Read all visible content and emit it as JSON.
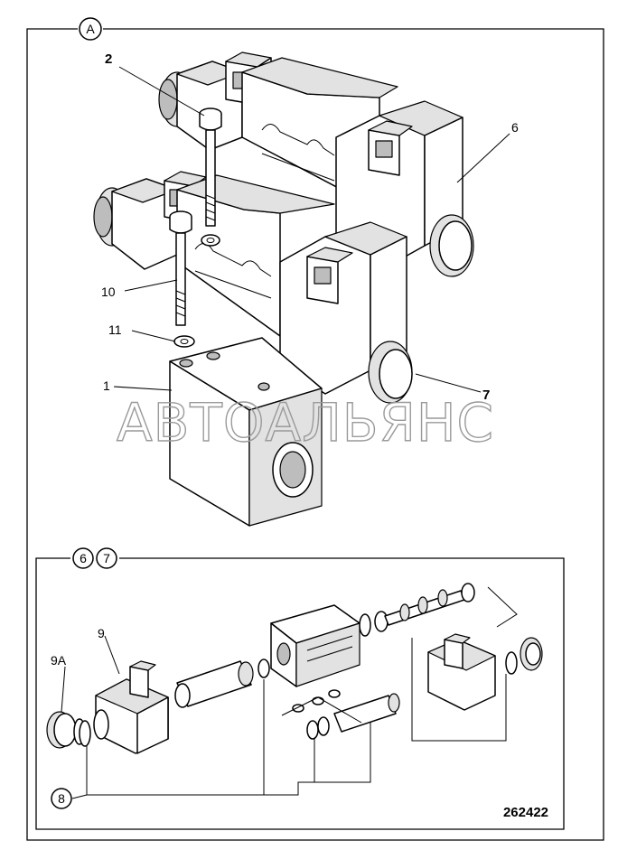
{
  "view_main_label": "A",
  "callouts": {
    "c1": "1",
    "c2": "2",
    "c6": "6",
    "c7": "7",
    "c10": "10",
    "c11": "11"
  },
  "detail": {
    "view_labels": [
      "6",
      "7"
    ],
    "c8": "8",
    "c9": "9",
    "c9a": "9A"
  },
  "figure_number": "262422",
  "watermark": "АВТОАЛЬЯНС"
}
